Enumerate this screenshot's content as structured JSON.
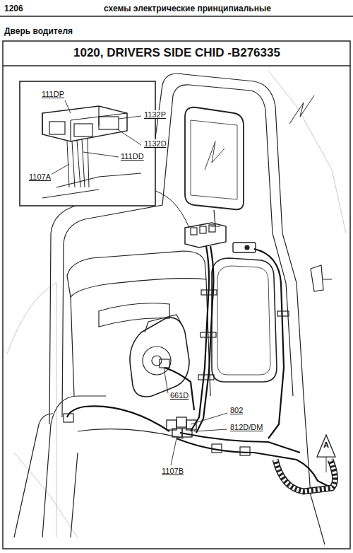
{
  "diagram": {
    "title": "1020, DRIVERS SIDE   CHID -B276335",
    "nodes": [
      {
        "text": [
          "A"
        ]
      }
    ],
    "labels": [
      "1206",
      "схемы электрические принципиальные",
      "Дверь водителя",
      "111DP",
      "1132P",
      "1132D",
      "111DD",
      "1107A",
      "661D",
      "802",
      "812D/DM",
      "1107B"
    ]
  }
}
